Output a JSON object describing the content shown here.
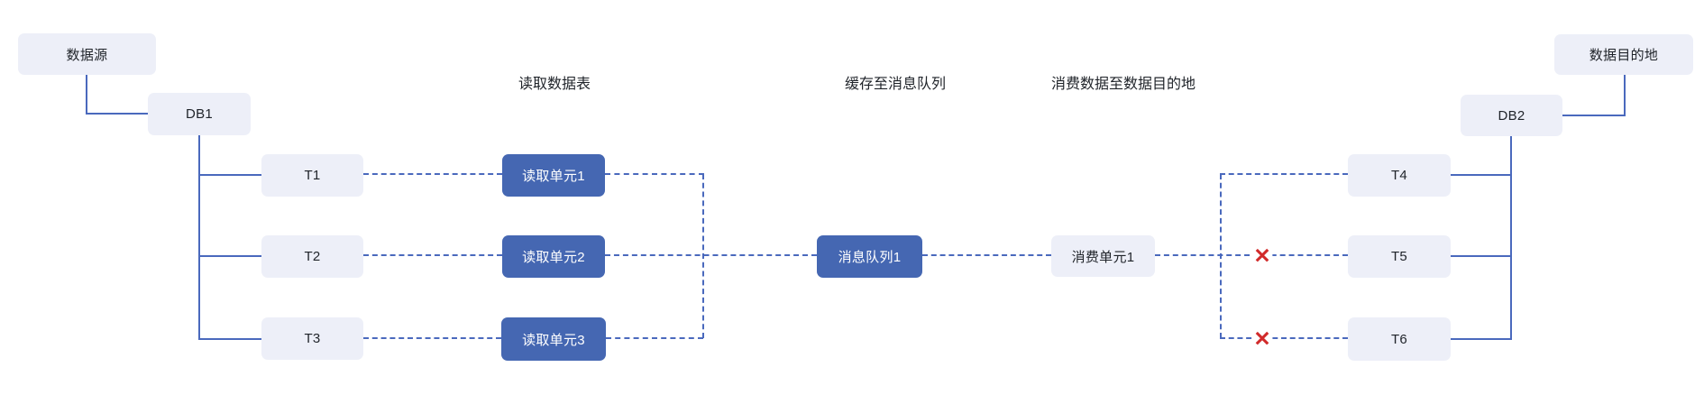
{
  "headings": {
    "read": "读取数据表",
    "cache": "缓存至消息队列",
    "consume": "消费数据至数据目的地"
  },
  "nodes": {
    "source": "数据源",
    "db1": "DB1",
    "t1": "T1",
    "t2": "T2",
    "t3": "T3",
    "reader1": "读取单元1",
    "reader2": "读取单元2",
    "reader3": "读取单元3",
    "queue1": "消息队列1",
    "consumer1": "消费单元1",
    "t4": "T4",
    "t5": "T5",
    "t6": "T6",
    "db2": "DB2",
    "destination": "数据目的地"
  },
  "error_icon": "✕",
  "colors": {
    "node_dark": "#4567b2",
    "node_light": "#edeff8",
    "connector": "#4a69bd",
    "error": "#d12a2a",
    "text_dark": "#1f2329",
    "text_light": "#ffffff",
    "background": "#ffffff"
  }
}
